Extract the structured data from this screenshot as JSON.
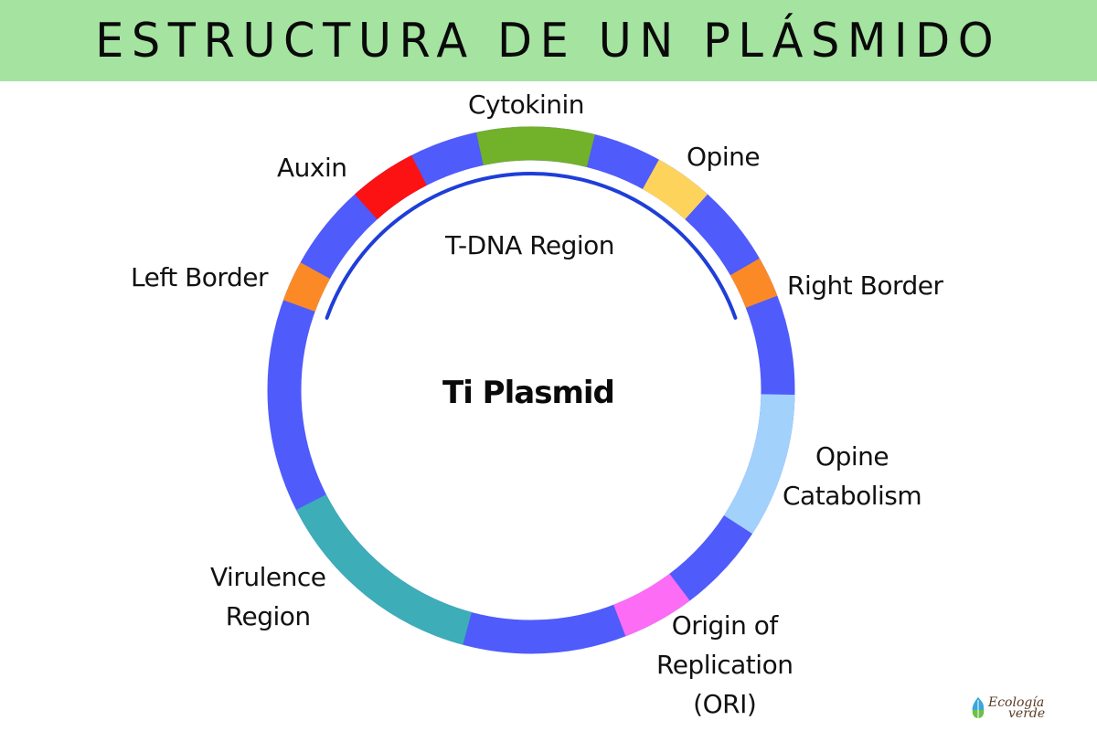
{
  "header": {
    "title": "ESTRUCTURA DE UN PLÁSMIDO",
    "background": "#a5e3a1"
  },
  "diagram": {
    "center_label": "Ti Plasmid",
    "base_color": "#4f5bfb",
    "segments": [
      {
        "name": "left-border",
        "label": "Left Border",
        "start_deg": 290,
        "end_deg": 299,
        "color": "#fb8a26"
      },
      {
        "name": "auxin",
        "label": "Auxin",
        "start_deg": 318,
        "end_deg": 333,
        "color": "#fc1212"
      },
      {
        "name": "cytokinin",
        "label": "Cytokinin",
        "start_deg": 348,
        "end_deg": 374,
        "color": "#72b12a"
      },
      {
        "name": "opine",
        "label": "Opine",
        "start_deg": 29,
        "end_deg": 42,
        "color": "#fdd35c"
      },
      {
        "name": "right-border",
        "label": "Right Border",
        "start_deg": 60,
        "end_deg": 69,
        "color": "#fb8a26"
      },
      {
        "name": "opine-catabolism",
        "label": "Opine Catabolism",
        "start_deg": 91,
        "end_deg": 123,
        "color": "#a2d1fc"
      },
      {
        "name": "origin-of-replication",
        "label": "Origin of Replication (ORI)",
        "start_deg": 143,
        "end_deg": 159,
        "color": "#fd6cf5"
      },
      {
        "name": "virulence-region",
        "label": "Virulence Region",
        "start_deg": 195,
        "end_deg": 243,
        "color": "#3dadb8"
      }
    ],
    "tdna": {
      "label": "T-DNA Region",
      "start_deg": -70.5,
      "end_deg": 70.5,
      "color": "#1f3ed8"
    },
    "labels": {
      "cytokinin": "Cytokinin",
      "auxin": "Auxin",
      "opine": "Opine",
      "left_border": "Left Border",
      "right_border": "Right Border",
      "tdna": "T-DNA Region",
      "opine_catabolism_1": "Opine",
      "opine_catabolism_2": "Catabolism",
      "virulence_1": "Virulence",
      "virulence_2": "Region",
      "ori_1": "Origin of",
      "ori_2": "Replication",
      "ori_3": "(ORI)"
    }
  },
  "logo": {
    "line1": "Ecología",
    "line2": "verde"
  }
}
